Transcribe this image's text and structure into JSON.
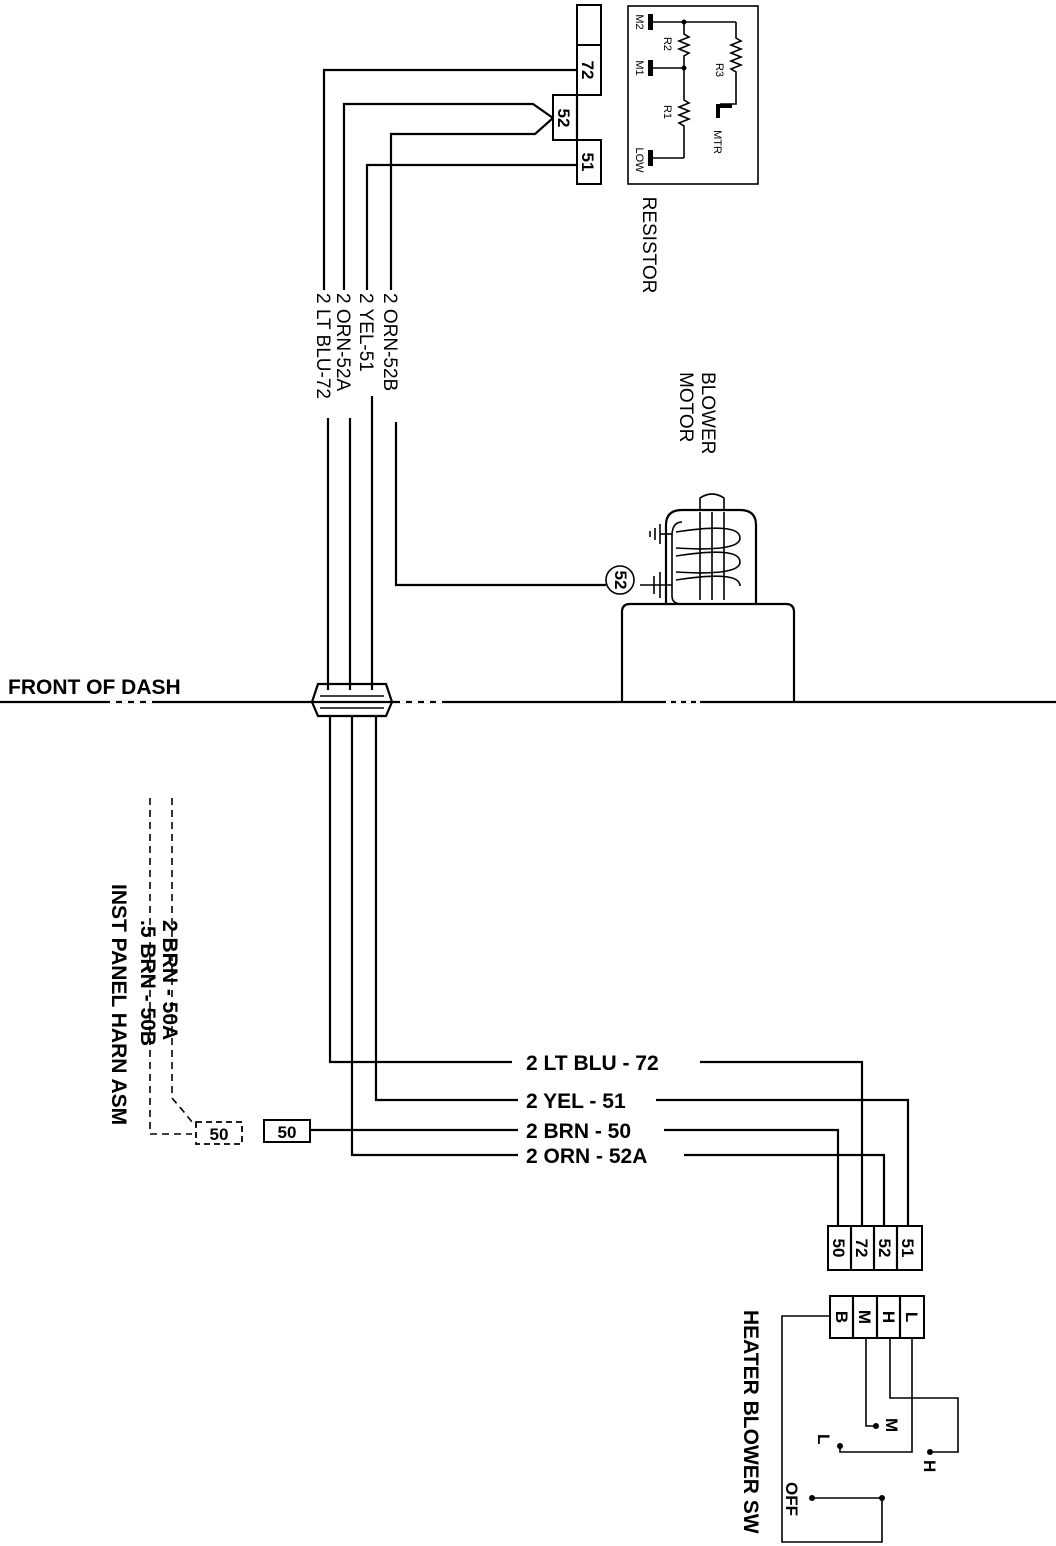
{
  "resistor": {
    "title": "RESISTOR",
    "connector_pins": [
      "72",
      "52",
      "51"
    ],
    "terminals": {
      "m2": "M2",
      "m1": "M1",
      "low": "LOW",
      "mtr": "MTR"
    },
    "resistors": {
      "r1": "R1",
      "r2": "R2",
      "r3": "R3"
    }
  },
  "harness_upper": {
    "labels": [
      "2 LT BLU-72",
      "2 ORN-52A",
      "2 YEL-51",
      "2 ORN-52B"
    ]
  },
  "blower_motor": {
    "title_line1": "BLOWER",
    "title_line2": "MOTOR",
    "connector": "52"
  },
  "dash": {
    "label": "FRONT OF DASH"
  },
  "inst_panel": {
    "title": "INST PANEL HARN ASM",
    "wire1": "2 BRN - 50A",
    "wire2": ".5 BRN - 50B",
    "connector": "50"
  },
  "harness_lower": {
    "splice_connector": "50",
    "wires": [
      "2 LT BLU - 72",
      "2 YEL - 51",
      "2 BRN - 50",
      "2 ORN - 52A"
    ]
  },
  "switch": {
    "title": "HEATER BLOWER SW",
    "connector_pins": [
      "50",
      "72",
      "52",
      "51"
    ],
    "terminals": [
      "B",
      "M",
      "H",
      "L"
    ],
    "positions": {
      "l": "L",
      "m": "M",
      "h": "H",
      "off": "OFF"
    }
  }
}
